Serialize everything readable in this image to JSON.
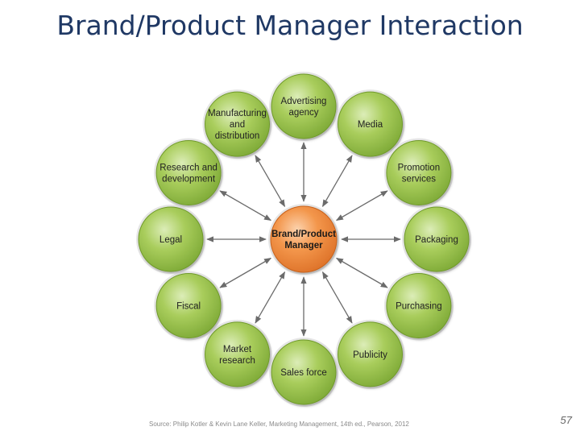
{
  "slide": {
    "title": "Brand/Product Manager Interaction",
    "source": "Source: Philip Kotler & Kevin Lane Keller, Marketing Management, 14th ed., Pearson, 2012",
    "page_number": "57"
  },
  "diagram": {
    "center": {
      "lines": [
        "Brand/Product",
        "Manager"
      ]
    },
    "nodes": [
      {
        "id": "advertising-agency",
        "lines": [
          "Advertising",
          "agency"
        ]
      },
      {
        "id": "media",
        "lines": [
          "Media"
        ]
      },
      {
        "id": "promotion-services",
        "lines": [
          "Promotion",
          "services"
        ]
      },
      {
        "id": "packaging",
        "lines": [
          "Packaging"
        ]
      },
      {
        "id": "purchasing",
        "lines": [
          "Purchasing"
        ]
      },
      {
        "id": "publicity",
        "lines": [
          "Publicity"
        ]
      },
      {
        "id": "sales-force",
        "lines": [
          "Sales force"
        ]
      },
      {
        "id": "market-research",
        "lines": [
          "Market",
          "research"
        ]
      },
      {
        "id": "fiscal",
        "lines": [
          "Fiscal"
        ]
      },
      {
        "id": "legal",
        "lines": [
          "Legal"
        ]
      },
      {
        "id": "research-and-development",
        "lines": [
          "Research and",
          "development"
        ]
      },
      {
        "id": "manufacturing-and-distribution",
        "lines": [
          "Manufacturing",
          "and",
          "distribution"
        ]
      }
    ],
    "colors": {
      "node_fill": "#9cc34a",
      "node_edge": "#6f9a2a",
      "center_fill": "#f08a3c",
      "center_edge": "#c8621b",
      "arrow": "#6b6b6b"
    }
  }
}
